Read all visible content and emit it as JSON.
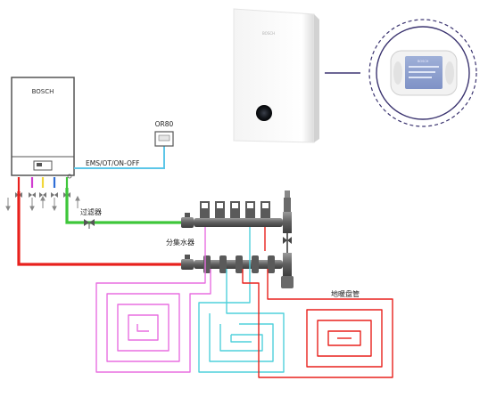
{
  "boiler": {
    "brand": "BOSCH"
  },
  "product_photo": {
    "brand_mark": "BOSCH"
  },
  "thermostat": {
    "model": "OR80",
    "brand_mark": "BOSCH"
  },
  "labels": {
    "connection": "EMS/OT/ON-OFF",
    "filter": "过滤器",
    "manifold": "分集水器",
    "floor_coil": "地暖盘管"
  },
  "colors": {
    "supply_pipe": "#e8211d",
    "return_pipe": "#3ec63a",
    "signal_wire": "#5cc6e8",
    "loop_1": "#e86fe0",
    "loop_2": "#4fd0dc",
    "loop_3": "#e8211d",
    "ring": "#3b3470"
  }
}
